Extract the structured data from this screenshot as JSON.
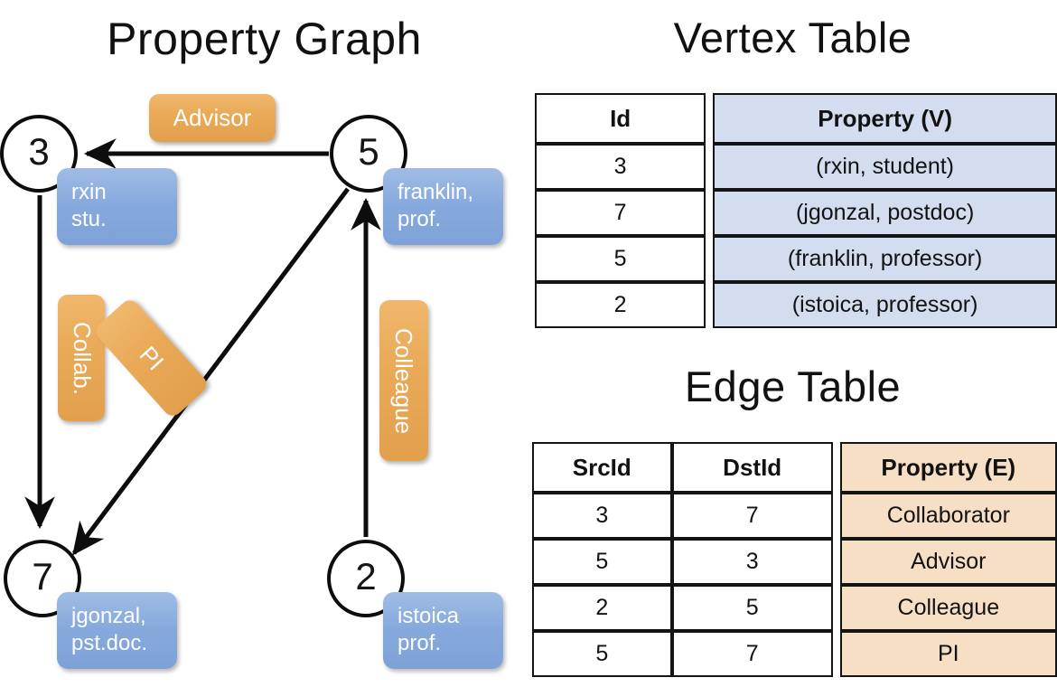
{
  "titles": {
    "property_graph": "Property Graph",
    "vertex_table": "Vertex Table",
    "edge_table": "Edge Table"
  },
  "graph": {
    "nodes": [
      {
        "id": "3",
        "label": "3",
        "property_lines": [
          "rxin",
          "stu."
        ]
      },
      {
        "id": "5",
        "label": "5",
        "property_lines": [
          "franklin,",
          "prof."
        ]
      },
      {
        "id": "7",
        "label": "7",
        "property_lines": [
          "jgonzal,",
          "pst.doc."
        ]
      },
      {
        "id": "2",
        "label": "2",
        "property_lines": [
          "istoica",
          "prof."
        ]
      }
    ],
    "edge_labels": [
      {
        "name": "advisor",
        "text": "Advisor"
      },
      {
        "name": "collab",
        "text": "Collab."
      },
      {
        "name": "pi",
        "text": "PI"
      },
      {
        "name": "colleague",
        "text": "Colleague"
      }
    ]
  },
  "vertex_table": {
    "headers": [
      "Id",
      "Property (V)"
    ],
    "rows": [
      [
        "3",
        "(rxin, student)"
      ],
      [
        "7",
        "(jgonzal, postdoc)"
      ],
      [
        "5",
        "(franklin, professor)"
      ],
      [
        "2",
        "(istoica, professor)"
      ]
    ]
  },
  "edge_table": {
    "headers": [
      "SrcId",
      "DstId",
      "Property (E)"
    ],
    "rows": [
      [
        "3",
        "7",
        "Collaborator"
      ],
      [
        "5",
        "3",
        "Advisor"
      ],
      [
        "2",
        "5",
        "Colleague"
      ],
      [
        "5",
        "7",
        "PI"
      ]
    ]
  },
  "colors": {
    "vertex_property_fill": "#d4ddef",
    "edge_property_fill": "#f7dfc5",
    "node_box_blue": "#86a9dd",
    "edge_label_orange": "#e9a957",
    "stroke": "#141414",
    "background": "#ffffff"
  }
}
